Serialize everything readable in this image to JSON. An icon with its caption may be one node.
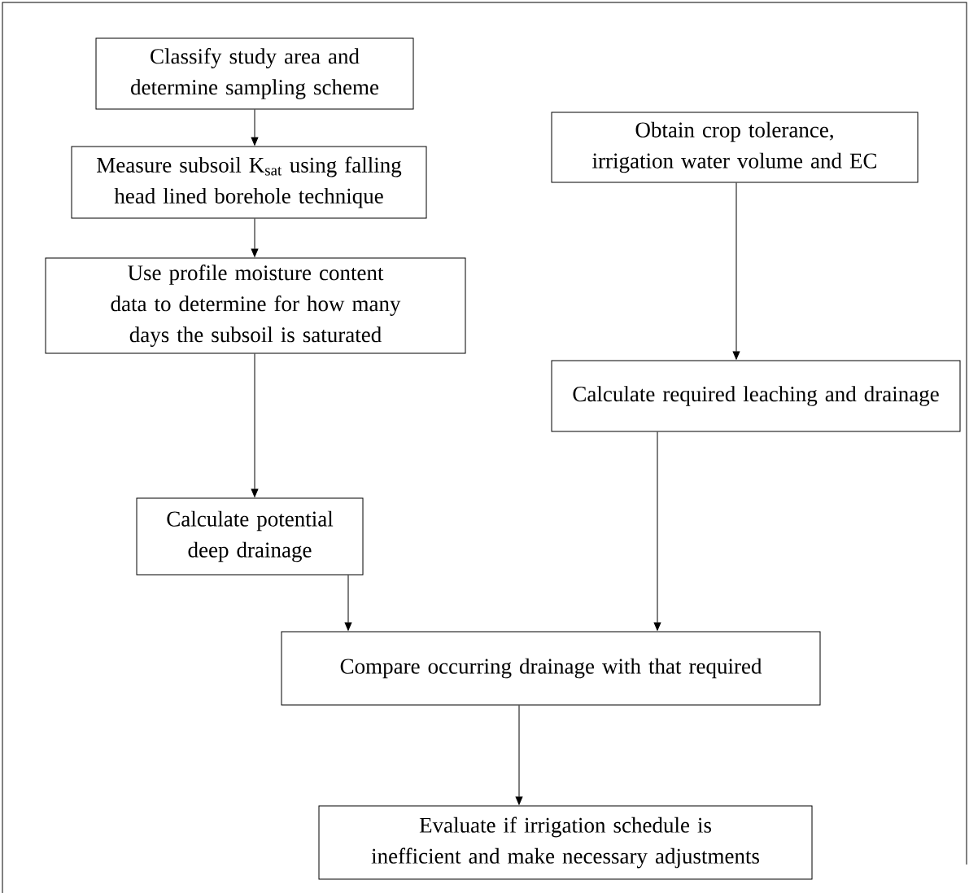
{
  "diagram": {
    "nodes": [
      {
        "text": [
          "Classify study area and determine sampling scheme"
        ]
      },
      {
        "text": [
          "Measure subsoil K$_{sat}$ using falling head lined borehole technique"
        ]
      },
      {
        "text": [
          "Use profile moisture content data to determine for how many days the subsoil is saturated"
        ]
      },
      {
        "text": [
          "Calculate potential deep drainage"
        ]
      },
      {
        "text": [
          "Obtain crop tolerance, irrigation water volume and EC"
        ]
      },
      {
        "text": [
          "Calculate required leaching and drainage"
        ]
      },
      {
        "text": [
          "Compare occurring drainage with that required"
        ]
      },
      {
        "text": [
          "Evaluate if irrigation schedule is inefficient and make necessary adjustments"
        ]
      }
    ],
    "edges": [
      {
        "from": 0,
        "to": 1,
        "arrow": "to"
      },
      {
        "from": 1,
        "to": 2,
        "arrow": "to"
      },
      {
        "from": 2,
        "to": 3,
        "arrow": "to"
      },
      {
        "from": 4,
        "to": 5,
        "arrow": "to"
      },
      {
        "from": 3,
        "to": 6,
        "arrow": "to"
      },
      {
        "from": 5,
        "to": 6,
        "arrow": "to"
      },
      {
        "from": 6,
        "to": 7,
        "arrow": "to"
      }
    ]
  }
}
